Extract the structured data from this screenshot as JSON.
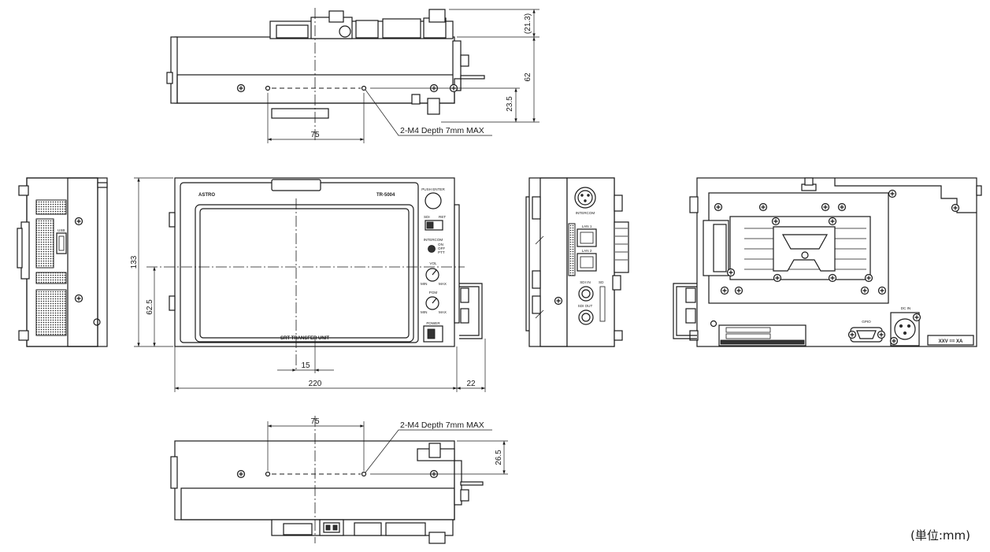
{
  "unit_note": "(単位:mm)",
  "device": {
    "brand": "ASTRO",
    "model": "TR-5004",
    "front_label": "SRT TRANSFER UNIT"
  },
  "front_controls": {
    "push_enter": "PUSH ENTER",
    "sdi_switch_left": "SDI",
    "sdi_switch_right": "RET",
    "intercom": "INTERCOM",
    "intercom_on": "ON",
    "intercom_off": "OFF",
    "intercom_ptt": "PTT",
    "vol": "VOL",
    "pgm": "PGM",
    "knob_min": "MIN",
    "knob_max": "MAX",
    "power": "POWER"
  },
  "side_labels": {
    "usb": "USB"
  },
  "right_side_labels": {
    "intercom": "INTERCOM",
    "lan1": "LAN 1",
    "lan2": "LAN 2",
    "sdi_in": "SDI IN",
    "sdi_out": "SDI OUT",
    "sd": "SD"
  },
  "rear_labels": {
    "gpio": "GPIO",
    "dc_in": "DC IN",
    "plate": "XXV == XA"
  },
  "dimensions": {
    "top_height_total": "62",
    "top_protrusion": "(21.3)",
    "top_hole_height": "23.5",
    "top_hole_pitch": "75",
    "top_holes_callout": "2-M4 Depth 7mm MAX",
    "front_height": "133",
    "front_center_height": "62.5",
    "front_center_offset": "15",
    "front_width": "220",
    "front_side_protrusion": "22",
    "bottom_hole_pitch": "75",
    "bottom_holes_callout": "2-M4 Depth 7mm MAX",
    "bottom_hole_height": "26.5"
  }
}
